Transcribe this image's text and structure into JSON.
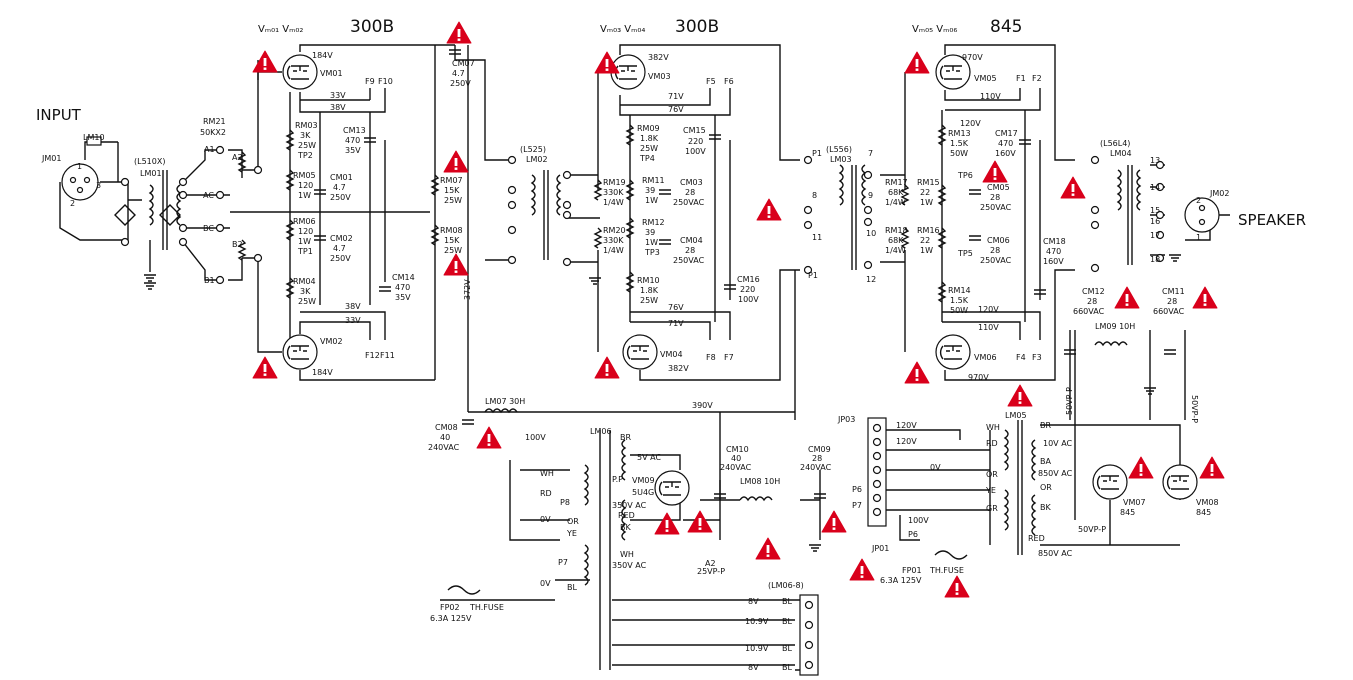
{
  "colors": {
    "ink": "#111111",
    "warning": "#d9001b",
    "paper": "#ffffff"
  },
  "labels": {
    "input": "INPUT",
    "speaker": "SPEAKER",
    "stage1_header": "Vₘ₀₁ Vₘ₀₂",
    "stage1_type": "300B",
    "stage2_header": "Vₘ₀₃ Vₘ₀₄",
    "stage2_type": "300B",
    "stage3_header": "Vₘ₀₅ Vₘ₀₆",
    "stage3_type": "845"
  },
  "tubes": {
    "vm01": "VM01",
    "vm02": "VM02",
    "vm03": "VM03",
    "vm04": "VM04",
    "vm05": "VM05",
    "vm06": "VM06",
    "vm07": "VM07",
    "vm08": "VM08",
    "vm09": "VM09"
  },
  "jacks": {
    "jm01": "JM01",
    "jm02": "JM02",
    "jp03": "JP03",
    "jp01": "JP01"
  },
  "transformers": {
    "lm01": "LM01",
    "l510x": "(L510X)",
    "lm02": "LM02",
    "l525": "(L525)",
    "lm03": "LM03",
    "l556": "(L556)",
    "lm04": "LM04",
    "l5614": "(L56L4)",
    "lm05": "LM05",
    "lm06": "LM06",
    "lm07": "LM07  30H",
    "lm08": "LM08  10H",
    "lm09": "LM09  10H",
    "lm06_8": "(LM06-8)",
    "lm10": "LM10"
  },
  "voltages": {
    "v184_top": "184V",
    "v184_bot": "184V",
    "v33_top": "33V",
    "v38_top": "38V",
    "v38_bot": "38V",
    "v33_bot": "33V",
    "v382_top": "382V",
    "v382_bot": "382V",
    "v71_top": "71V",
    "v76_top": "76V",
    "v76_bot": "76V",
    "v71_bot": "71V",
    "v970_top": "970V",
    "v970_bot": "970V",
    "v110_top": "110V",
    "v120_top": "120V",
    "v120_bot": "120V",
    "v110_bot": "110V",
    "v390": "390V",
    "v372": "372V",
    "v100_left": "100V",
    "v5ac": "5V AC",
    "v350a": "350V AC",
    "v350b": "350V AC",
    "v120a": "120V",
    "v120b": "120V",
    "v0": "0V",
    "v100_right": "100V",
    "v10ac": "10V AC",
    "v850a": "850V AC",
    "v850b": "850V AC",
    "v50vpp_a": "50VP-P",
    "v50vpp_b": "50VP-P",
    "v50vpp_c": "50VP-P",
    "v25vpp": "25VP-P",
    "v0_left": "0V",
    "v0_mid": "0V",
    "v10_9a": "10.9V",
    "v10_9b": "10.9V",
    "v8v_a": "8V",
    "v8v_b": "8V"
  },
  "components": {
    "rm21": "RM21",
    "rm21_val": "50KX2",
    "rm03": "RM03",
    "rm03_val": "3K",
    "rm03_w": "25W",
    "tp2": "TP2",
    "rm05": "RM05",
    "rm05_val": "120",
    "rm05_w": "1W",
    "rm06": "RM06",
    "rm06_val": "120",
    "rm06_w": "1W",
    "tp1": "TP1",
    "rm04": "RM04",
    "rm04_val": "3K",
    "rm04_w": "25W",
    "cm13": "CM13",
    "cm13_val": "470",
    "cm13_v": "35V",
    "cm01": "CM01",
    "cm01_val": "4.7",
    "cm01_v": "250V",
    "cm02": "CM02",
    "cm02_val": "4.7",
    "cm02_v": "250V",
    "cm14": "CM14",
    "cm14_val": "470",
    "cm14_v": "35V",
    "cm07": "CM07",
    "cm07_val": "4.7",
    "cm07_v": "250V",
    "rm07": "RM07",
    "rm07_val": "15K",
    "rm07_w": "25W",
    "rm08": "RM08",
    "rm08_val": "15K",
    "rm08_w": "25W",
    "rm09": "RM09",
    "rm09_val": "1.8K",
    "rm09_w": "25W",
    "tp4": "TP4",
    "cm15": "CM15",
    "cm15_val": "220",
    "cm15_v": "100V",
    "rm19": "RM19",
    "rm19_val": "330K",
    "rm19_w": "1/4W",
    "rm11": "RM11",
    "rm11_val": "39",
    "rm11_w": "1W",
    "cm03": "CM03",
    "cm03_val": "28",
    "cm03_v": "250VAC",
    "rm20": "RM20",
    "rm20_val": "330K",
    "rm20_w": "1/4W",
    "rm12": "RM12",
    "rm12_val": "39",
    "rm12_w": "1W",
    "tp3": "TP3",
    "cm04": "CM04",
    "cm04_val": "28",
    "cm04_v": "250VAC",
    "rm10": "RM10",
    "rm10_val": "1.8K",
    "rm10_w": "25W",
    "cm16": "CM16",
    "cm16_val": "220",
    "cm16_v": "100V",
    "rm13": "RM13",
    "rm13_val": "1.5K",
    "rm13_w": "50W",
    "cm17": "CM17",
    "cm17_val": "470",
    "cm17_v": "160V",
    "rm17": "RM17",
    "rm17_val": "68K",
    "rm17_w": "1/4W",
    "rm15": "RM15",
    "rm15_val": "22",
    "rm15_w": "1W",
    "tp6": "TP6",
    "cm05": "CM05",
    "cm05_val": "28",
    "cm05_v": "250VAC",
    "rm18": "RM18",
    "rm18_val": "68K",
    "rm18_w": "1/4W",
    "rm16": "RM16",
    "rm16_val": "22",
    "rm16_w": "1W",
    "tp5": "TP5",
    "cm06": "CM06",
    "cm06_val": "28",
    "cm06_v": "250VAC",
    "rm14": "RM14",
    "rm14_val": "1.5K",
    "rm14_w": "50W",
    "cm18": "CM18",
    "cm18_val": "470",
    "cm18_v": "160V",
    "cm12": "CM12",
    "cm12_val": "28",
    "cm12_v": "660VAC",
    "cm11": "CM11",
    "cm11_val": "28",
    "cm11_v": "660VAC",
    "cm08": "CM08",
    "cm08_val": "40",
    "cm08_v": "240VAC",
    "cm10": "CM10",
    "cm10_val": "40",
    "cm10_v": "240VAC",
    "cm09": "CM09",
    "cm09_val": "28",
    "cm09_v": "240VAC",
    "vm09_type": "5U4G",
    "vm07_type": "845",
    "vm08_type": "845",
    "fp02": "FP02",
    "fp02_label": "TH.FUSE",
    "fp02_val": "6.3A 125V",
    "fp01": "FP01",
    "fp01_label": "TH.FUSE",
    "fp01_val": "6.3A 125V"
  },
  "fuses": {
    "f9": "F9",
    "f10": "F10",
    "f12": "F12",
    "f11": "F11",
    "f5": "F5",
    "f6": "F6",
    "f8": "F8",
    "f7": "F7",
    "f1": "F1",
    "f2": "F2",
    "f4": "F4",
    "f3": "F3"
  },
  "pins": {
    "a1": "A1",
    "a2": "A2",
    "ac": "AC",
    "bc": "BC",
    "b1": "B1",
    "b2": "B2",
    "p1a": "P1",
    "p1b": "P1",
    "a2b": "A2",
    "p6": "P6",
    "p7": "P7",
    "p7b": "P7",
    "p8": "P8",
    "p6b": "P6",
    "n7": "7",
    "n8": "8",
    "n9": "9",
    "n10": "10",
    "n11": "11",
    "n12": "12",
    "n13": "13",
    "n14": "14",
    "n15": "15",
    "n16": "16",
    "n17": "17",
    "n18": "18",
    "j1": "1",
    "j2": "2",
    "j3": "3",
    "j1b": "1",
    "j2b": "2"
  },
  "wirecolors": {
    "wh1": "WH",
    "rd1": "RD",
    "or1": "OR",
    "ye1": "YE",
    "br1": "BR",
    "bl1": "BL",
    "red1": "RED",
    "bk1": "BK",
    "wh2": "WH",
    "pp": "P.P",
    "wh3": "WH",
    "rd3": "RD",
    "or3": "OR",
    "ye3": "YE",
    "gr3": "GR",
    "br3": "BR",
    "ba3": "BA",
    "or4": "OR",
    "bk4": "BK",
    "red4": "RED",
    "bl5": "BL",
    "bl6": "BL",
    "bl7": "BL",
    "bl8": "BL"
  }
}
